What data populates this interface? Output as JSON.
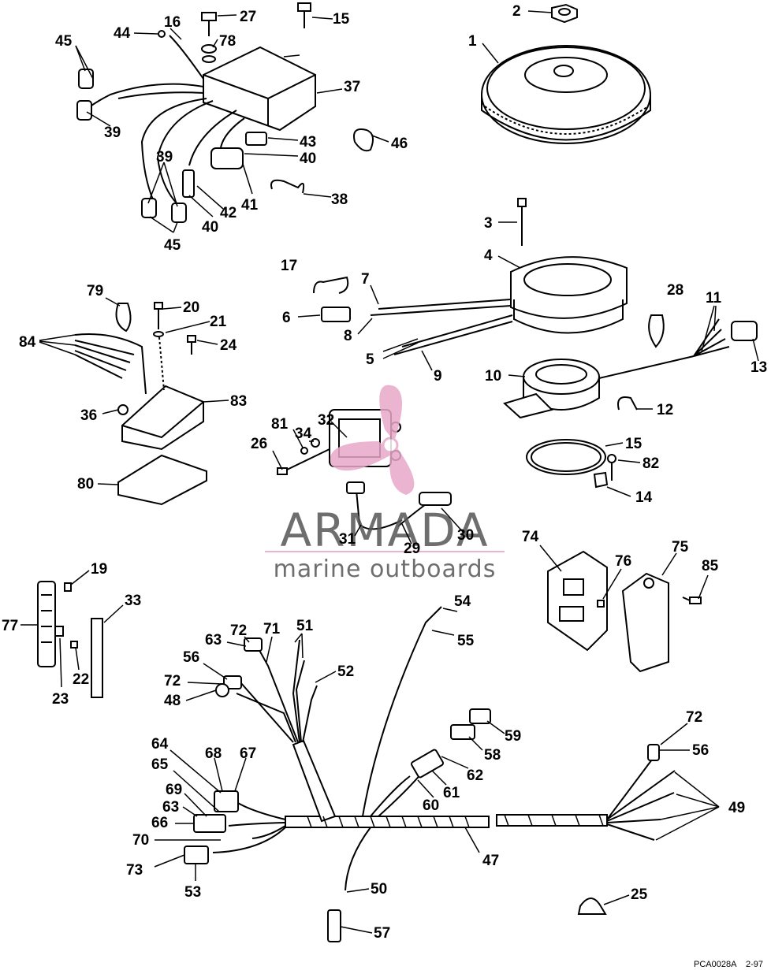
{
  "watermark": {
    "brand": "ARMADA",
    "tagline": "marine outboards",
    "color": "#e8a8c8"
  },
  "footer": {
    "code": "PCA0028A",
    "date": "2-97"
  },
  "callouts": {
    "c1": "1",
    "c2": "2",
    "c3": "3",
    "c4": "4",
    "c5": "5",
    "c6": "6",
    "c7": "7",
    "c8": "8",
    "c9": "9",
    "c10": "10",
    "c11": "11",
    "c12": "12",
    "c13": "13",
    "c14": "14",
    "c15a": "15",
    "c15b": "15",
    "c16": "16",
    "c17": "17",
    "c19": "19",
    "c20": "20",
    "c21": "21",
    "c22": "22",
    "c23": "23",
    "c24": "24",
    "c25": "25",
    "c26": "26",
    "c27": "27",
    "c28": "28",
    "c29": "29",
    "c30": "30",
    "c31": "31",
    "c32": "32",
    "c33": "33",
    "c34": "34",
    "c36": "36",
    "c37": "37",
    "c38": "38",
    "c39a": "39",
    "c39b": "39",
    "c40a": "40",
    "c40b": "40",
    "c41": "41",
    "c42": "42",
    "c43": "43",
    "c44": "44",
    "c45a": "45",
    "c45b": "45",
    "c46": "46",
    "c47": "47",
    "c48": "48",
    "c49": "49",
    "c50": "50",
    "c51": "51",
    "c52": "52",
    "c53": "53",
    "c54": "54",
    "c55": "55",
    "c56a": "56",
    "c56b": "56",
    "c57": "57",
    "c58": "58",
    "c59": "59",
    "c60": "60",
    "c61": "61",
    "c62": "62",
    "c63a": "63",
    "c63b": "63",
    "c64": "64",
    "c65": "65",
    "c66": "66",
    "c67": "67",
    "c68": "68",
    "c69": "69",
    "c70": "70",
    "c71": "71",
    "c72a": "72",
    "c72b": "72",
    "c72c": "72",
    "c73": "73",
    "c74": "74",
    "c75": "75",
    "c76": "76",
    "c77": "77",
    "c78": "78",
    "c79": "79",
    "c80": "80",
    "c81": "81",
    "c82": "82",
    "c83": "83",
    "c84": "84",
    "c85": "85"
  }
}
